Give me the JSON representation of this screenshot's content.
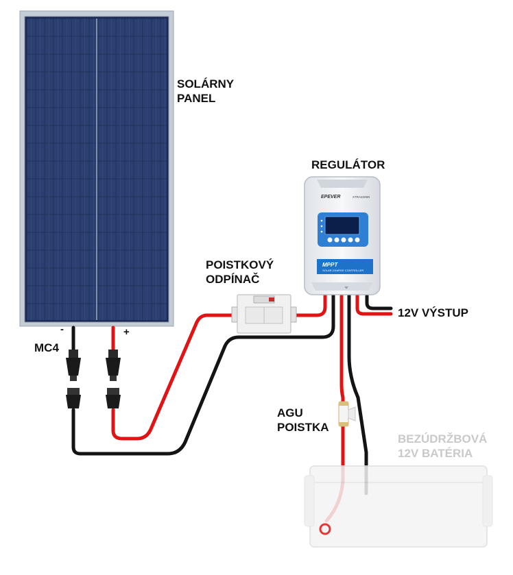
{
  "labels": {
    "solar_panel": [
      "SOLÁRNY",
      "PANEL"
    ],
    "regulator": "REGULÁTOR",
    "breaker": [
      "POISTKOVÝ",
      "ODPÍNAČ"
    ],
    "output": "12V VÝSTUP",
    "mc4": "MC4",
    "minus": "-",
    "plus": "+",
    "fuse": [
      "AGU",
      "POISTKA"
    ],
    "battery": [
      "BEZÚDRŽBOVÁ",
      "12V BATÉRIA"
    ]
  },
  "controller": {
    "brand": "EPEVER",
    "model": "XTRA2206N",
    "title": "MPPT",
    "subtitle": "SOLAR CHARGE CONTROLLER"
  },
  "colors": {
    "panel_frame": "#c4ccd6",
    "panel_cells": "#20315c",
    "controller_body": "#eef0f3",
    "controller_blue": "#1e73c8",
    "wire_red": "#e01414",
    "wire_black": "#141414",
    "battery_outline": "#e6e6e6"
  }
}
